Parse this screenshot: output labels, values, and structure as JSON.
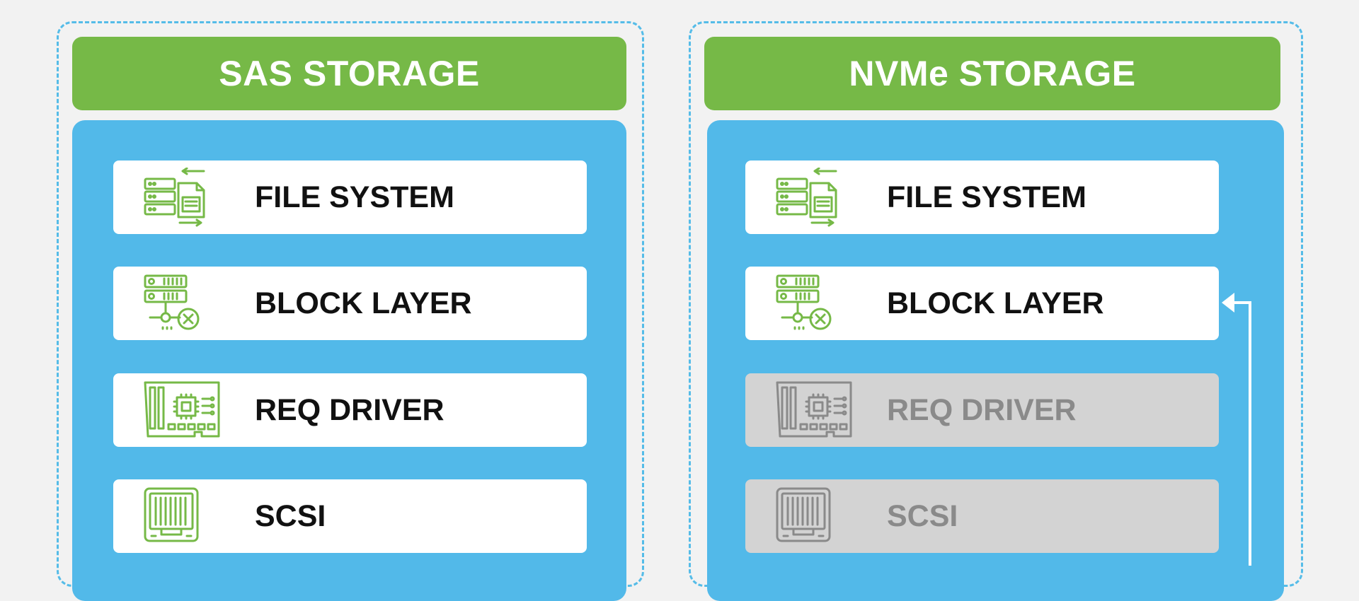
{
  "colors": {
    "header_green": "#76b947",
    "panel_blue": "#52b9e9",
    "dash_blue": "#55bce8",
    "active_icon": "#76b947",
    "disabled_icon": "#8a8a8a",
    "disabled_layer": "#d3d3d3"
  },
  "sas": {
    "title": "SAS STORAGE",
    "layers": [
      {
        "label": "FILE SYSTEM",
        "icon": "file-server-icon",
        "state": "active"
      },
      {
        "label": "BLOCK LAYER",
        "icon": "server-error-icon",
        "state": "active"
      },
      {
        "label": "REQ DRIVER",
        "icon": "circuit-board-icon",
        "state": "active"
      },
      {
        "label": "SCSI",
        "icon": "scsi-card-icon",
        "state": "active"
      }
    ]
  },
  "nvme": {
    "title": "NVMe STORAGE",
    "layers": [
      {
        "label": "FILE SYSTEM",
        "icon": "file-server-icon",
        "state": "active"
      },
      {
        "label": "BLOCK LAYER",
        "icon": "server-error-icon",
        "state": "active"
      },
      {
        "label": "REQ DRIVER",
        "icon": "circuit-board-icon",
        "state": "disabled"
      },
      {
        "label": "SCSI",
        "icon": "scsi-card-icon",
        "state": "disabled"
      }
    ],
    "bypass_arrow_target": "BLOCK LAYER"
  }
}
